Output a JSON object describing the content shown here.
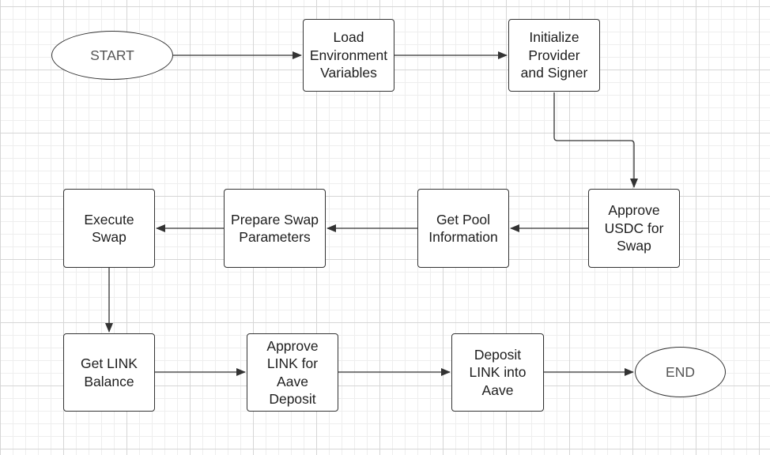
{
  "nodes": {
    "start": {
      "label": "START"
    },
    "load_env": {
      "label": "Load\nEnvironment\nVariables"
    },
    "init_provider": {
      "label": "Initialize\nProvider\nand Signer"
    },
    "approve_usdc": {
      "label": "Approve\nUSDC for\nSwap"
    },
    "get_pool": {
      "label": "Get Pool\nInformation"
    },
    "prepare_swap": {
      "label": "Prepare Swap\nParameters"
    },
    "execute_swap": {
      "label": "Execute\nSwap"
    },
    "get_link_balance": {
      "label": "Get LINK\nBalance"
    },
    "approve_link": {
      "label": "Approve\nLINK for\nAave\nDeposit"
    },
    "deposit_link": {
      "label": "Deposit\nLINK into\nAave"
    },
    "end": {
      "label": "END"
    }
  },
  "colors": {
    "stroke": "#333333",
    "grid": "#d6d6d6",
    "terminal_text": "#555555"
  }
}
